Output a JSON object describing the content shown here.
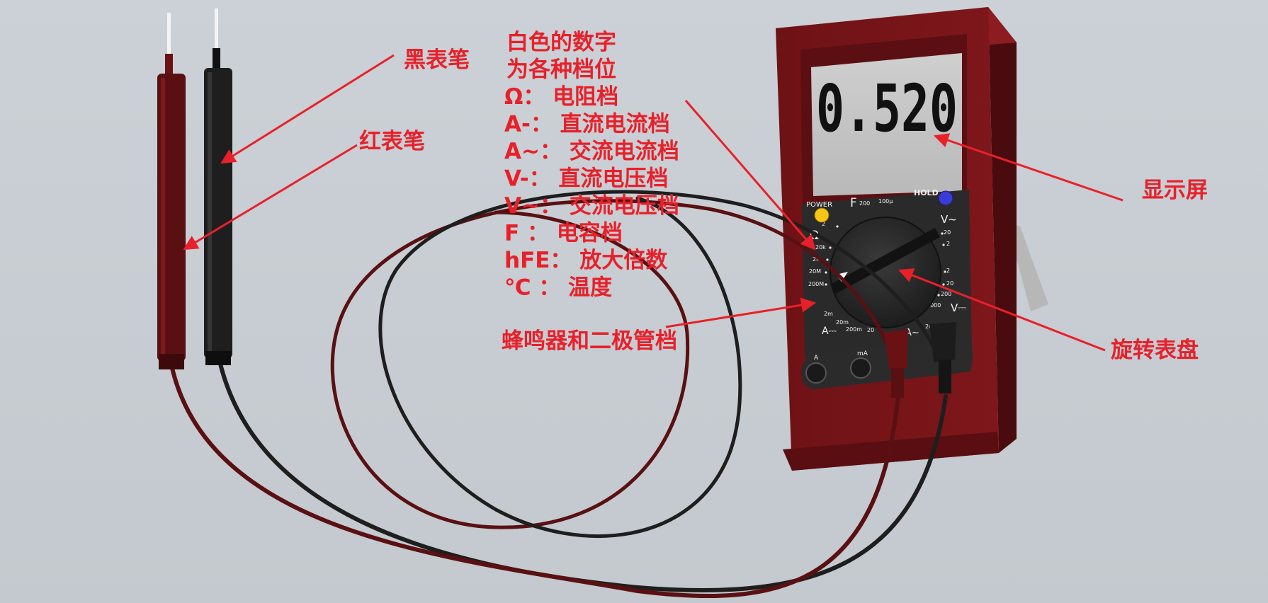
{
  "display": {
    "reading": "0.520"
  },
  "labels": {
    "black_probe": "黑表笔",
    "red_probe": "红表笔",
    "screen": "显示屏",
    "rotary_dial": "旋转表盘",
    "buzzer_diode": "蜂鸣器和二极管档"
  },
  "legend_lines": [
    "白色的数字",
    "为各种档位",
    "Ω： 电阻档",
    "A-： 直流电流档",
    "A~： 交流电流档",
    "V-： 直流电压档",
    "V~： 交流电压档",
    "F  ：  电容档",
    "hFE： 放大倍数",
    "℃ ： 温度"
  ],
  "meter": {
    "power_label": "POWER",
    "hold_label": "HOLD",
    "dial_marks": {
      "F": "F",
      "ohm": "Ω",
      "v_ac": "V~",
      "a_dc": "A⎓",
      "a_ac": "A~",
      "v_dc": "V⎓",
      "n1": "200",
      "n2": "100μ",
      "n3": "2",
      "n4": "20k",
      "n5": "2M",
      "n6": "20M",
      "n7": "200M",
      "n8": "2m",
      "n9": "20m",
      "n10": "200m",
      "n11": "20",
      "n12": "200",
      "n13": "20",
      "n14": "2",
      "n15": "20",
      "n16": "200",
      "n17": "1000",
      "n18": "2"
    },
    "jacks": {
      "a": "A",
      "ma": "mA"
    }
  },
  "colors": {
    "label_red": "#e8202a",
    "meter_body": "#7a1418",
    "probe_red": "#5a1012",
    "probe_black": "#1e1e1e",
    "power_button": "#f5c518",
    "hold_button": "#3b3bd6"
  }
}
